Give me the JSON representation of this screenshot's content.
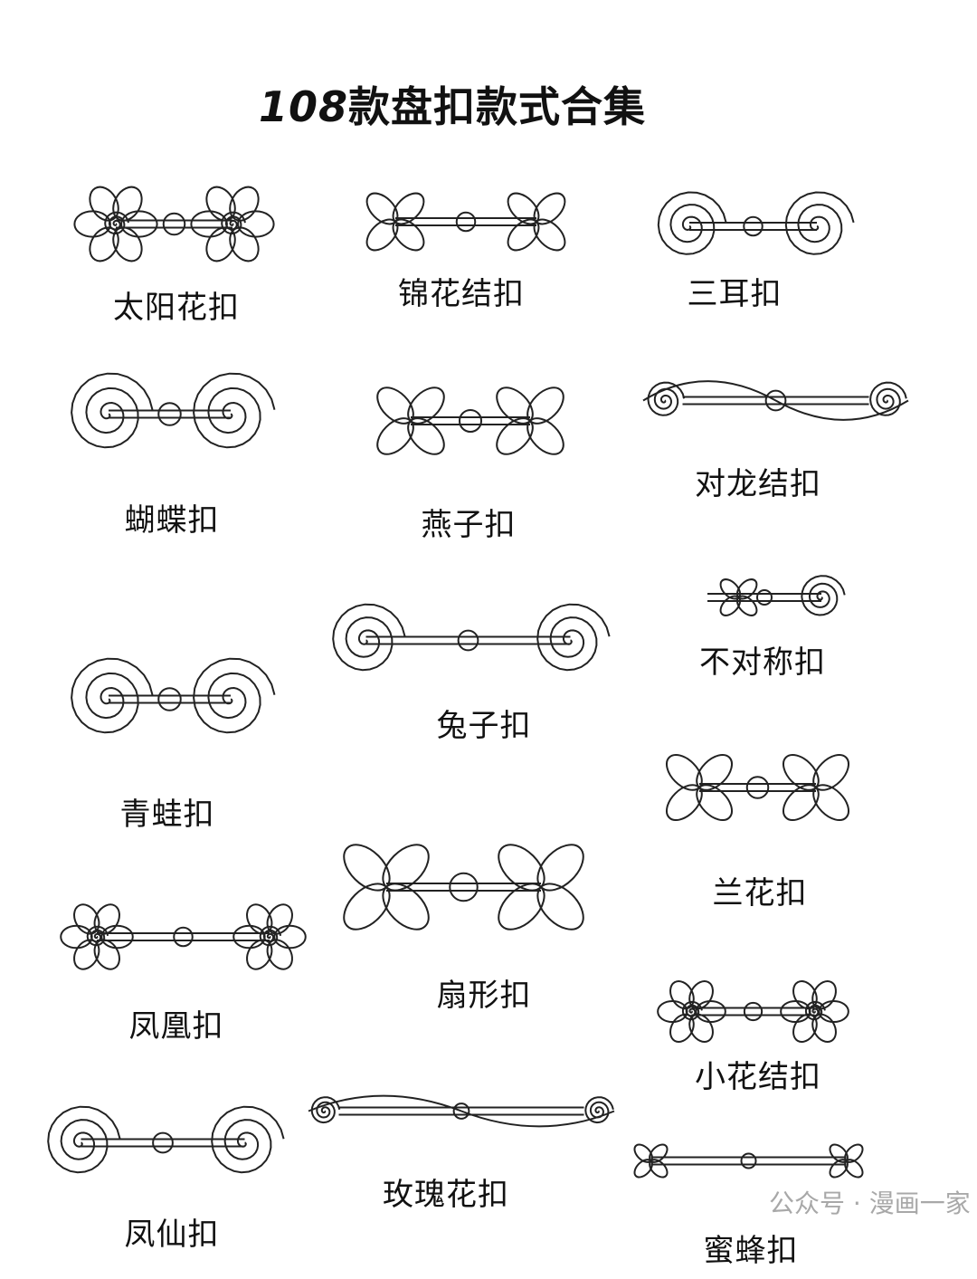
{
  "title": {
    "number": "108",
    "text": "款盘扣款式合集"
  },
  "items": [
    {
      "label": "太阳花扣",
      "style": "flower"
    },
    {
      "label": "锦花结扣",
      "style": "loop"
    },
    {
      "label": "三耳扣",
      "style": "spiral"
    },
    {
      "label": "蝴蝶扣",
      "style": "spiral"
    },
    {
      "label": "燕子扣",
      "style": "loop"
    },
    {
      "label": "对龙结扣",
      "style": "wave"
    },
    {
      "label": "不对称扣",
      "style": "asym"
    },
    {
      "label": "兔子扣",
      "style": "spiral"
    },
    {
      "label": "青蛙扣",
      "style": "spiral"
    },
    {
      "label": "兰花扣",
      "style": "loop"
    },
    {
      "label": "扇形扣",
      "style": "fan"
    },
    {
      "label": "凤凰扣",
      "style": "flower"
    },
    {
      "label": "小花结扣",
      "style": "flower"
    },
    {
      "label": "玫瑰花扣",
      "style": "wave"
    },
    {
      "label": "凤仙扣",
      "style": "spiral"
    },
    {
      "label": "蜜蜂扣",
      "style": "loop"
    }
  ],
  "watermark": "公众号 · 漫画一家"
}
